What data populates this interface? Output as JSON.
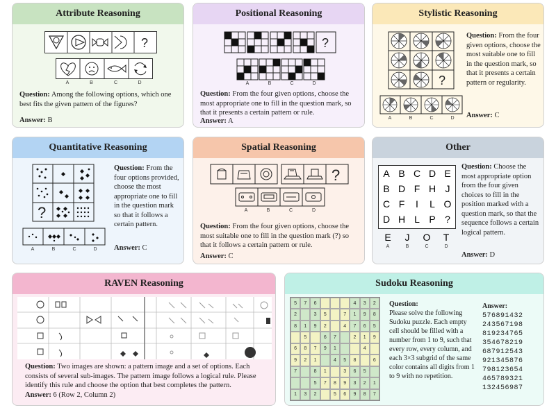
{
  "cards": {
    "attribute": {
      "title": "Attribute Reasoning",
      "question_label": "Question:",
      "question": "Among the following options, which one best fits the given pattern of the figures?",
      "answer_label": "Answer:",
      "answer": "B",
      "option_labels": [
        "A",
        "B",
        "C",
        "D"
      ],
      "header_color": "#c8e3c1",
      "body_color": "#f1f8ec"
    },
    "positional": {
      "title": "Positional Reasoning",
      "question_label": "Question:",
      "question": "From the four given options, choose the most appropriate one to fill in the question mark, so that it presents a certain pattern or rule.",
      "answer_label": "Answer:",
      "answer": "A",
      "option_labels": [
        "A",
        "B",
        "C",
        "D"
      ],
      "header_color": "#e7d6f3",
      "body_color": "#f7f0fb"
    },
    "stylistic": {
      "title": "Stylistic Reasoning",
      "question_label": "Question:",
      "question": "From the four given options, choose the most suitable one to fill in the question mark, so that it presents a certain pattern or regularity.",
      "answer_label": "Answer:",
      "answer": "C",
      "option_labels": [
        "A",
        "B",
        "C",
        "D"
      ],
      "header_color": "#fbe8b8",
      "body_color": "#fef8e8"
    },
    "quantitative": {
      "title": "Quantitative Reasoning",
      "question_label": "Question:",
      "question": "From the four options provided, choose the most appropriate one to fill in the question mark so that it follows a certain pattern.",
      "answer_label": "Answer:",
      "answer": "C",
      "option_labels": [
        "A",
        "B",
        "C",
        "D"
      ],
      "header_color": "#b3d4f3",
      "body_color": "#eef5fc"
    },
    "spatial": {
      "title": "Spatial Reasoning",
      "question_label": "Question:",
      "question": "From the four given options, choose the most suitable one to fill in the question mark (?) so that it follows a certain pattern or rule.",
      "answer_label": "Answer:",
      "answer": "C",
      "option_labels": [
        "A",
        "B",
        "C",
        "D"
      ],
      "header_color": "#f6c6ab",
      "body_color": "#fdf1ea"
    },
    "other": {
      "title": "Other",
      "question_label": "Question:",
      "question": "Choose the most appropriate option from the four given choices to fill in the position marked with a question mark, so that the sequence follows a certain logical pattern.",
      "answer_label": "Answer:",
      "answer": "D",
      "grid_letters": [
        [
          "A",
          "B",
          "C",
          "D",
          "E"
        ],
        [
          "B",
          "D",
          "F",
          "H",
          "J"
        ],
        [
          "C",
          "F",
          "I",
          "L",
          "O"
        ],
        [
          "D",
          "H",
          "L",
          "P",
          "?"
        ]
      ],
      "options": [
        "E",
        "J",
        "O",
        "T"
      ],
      "option_labels": [
        "A",
        "B",
        "C",
        "D"
      ],
      "header_color": "#c9d3dd",
      "body_color": "#f1f4f7"
    },
    "raven": {
      "title": "RAVEN Reasoning",
      "question_label": "Question:",
      "question": "Two images are shown: a pattern image and a set of options. Each consists of several sub-images. The pattern image follows a logical rule. Please identify this rule and choose the option that best completes the pattern.",
      "answer_label": "Answer:",
      "answer": "6 (Row 2, Column 2)",
      "header_color": "#f3b6cf",
      "body_color": "#fcecf3"
    },
    "sudoku": {
      "title": "Sudoku Reasoning",
      "question_label": "Question:",
      "question": "Please solve the following Sudoku puzzle. Each empty cell should be filled with a number from 1 to 9, such that every row, every column, and each 3×3 subgrid of the same color contains all digits from 1 to 9 with no repetition.",
      "answer_label": "Answer:",
      "answer_rows": [
        "576891432",
        "243567198",
        "819234765",
        "354678219",
        "687912543",
        "921345876",
        "798123654",
        "465789321",
        "132456987"
      ],
      "puzzle_rows": [
        [
          "5",
          "7",
          "6",
          "",
          "",
          "",
          "4",
          "3",
          "2"
        ],
        [
          "2",
          "",
          "3",
          "5",
          "",
          "7",
          "1",
          "9",
          "8"
        ],
        [
          "8",
          "1",
          "9",
          "2",
          "",
          "4",
          "7",
          "6",
          "5"
        ],
        [
          "",
          "5",
          "",
          "6",
          "7",
          "",
          "2",
          "1",
          "9"
        ],
        [
          "6",
          "8",
          "7",
          "9",
          "1",
          "",
          "",
          "4",
          ""
        ],
        [
          "9",
          "2",
          "1",
          "",
          "4",
          "5",
          "8",
          "",
          "6"
        ],
        [
          "7",
          "",
          "8",
          "1",
          "",
          "3",
          "6",
          "5",
          ""
        ],
        [
          "",
          "",
          "5",
          "7",
          "8",
          "9",
          "3",
          "2",
          "1"
        ],
        [
          "1",
          "3",
          "2",
          "",
          "5",
          "6",
          "9",
          "8",
          "7"
        ]
      ],
      "header_color": "#bff0e6",
      "body_color": "#ecfbf7",
      "grid_color_a": "#cfe8c9",
      "grid_color_b": "#f3f3c4"
    }
  }
}
